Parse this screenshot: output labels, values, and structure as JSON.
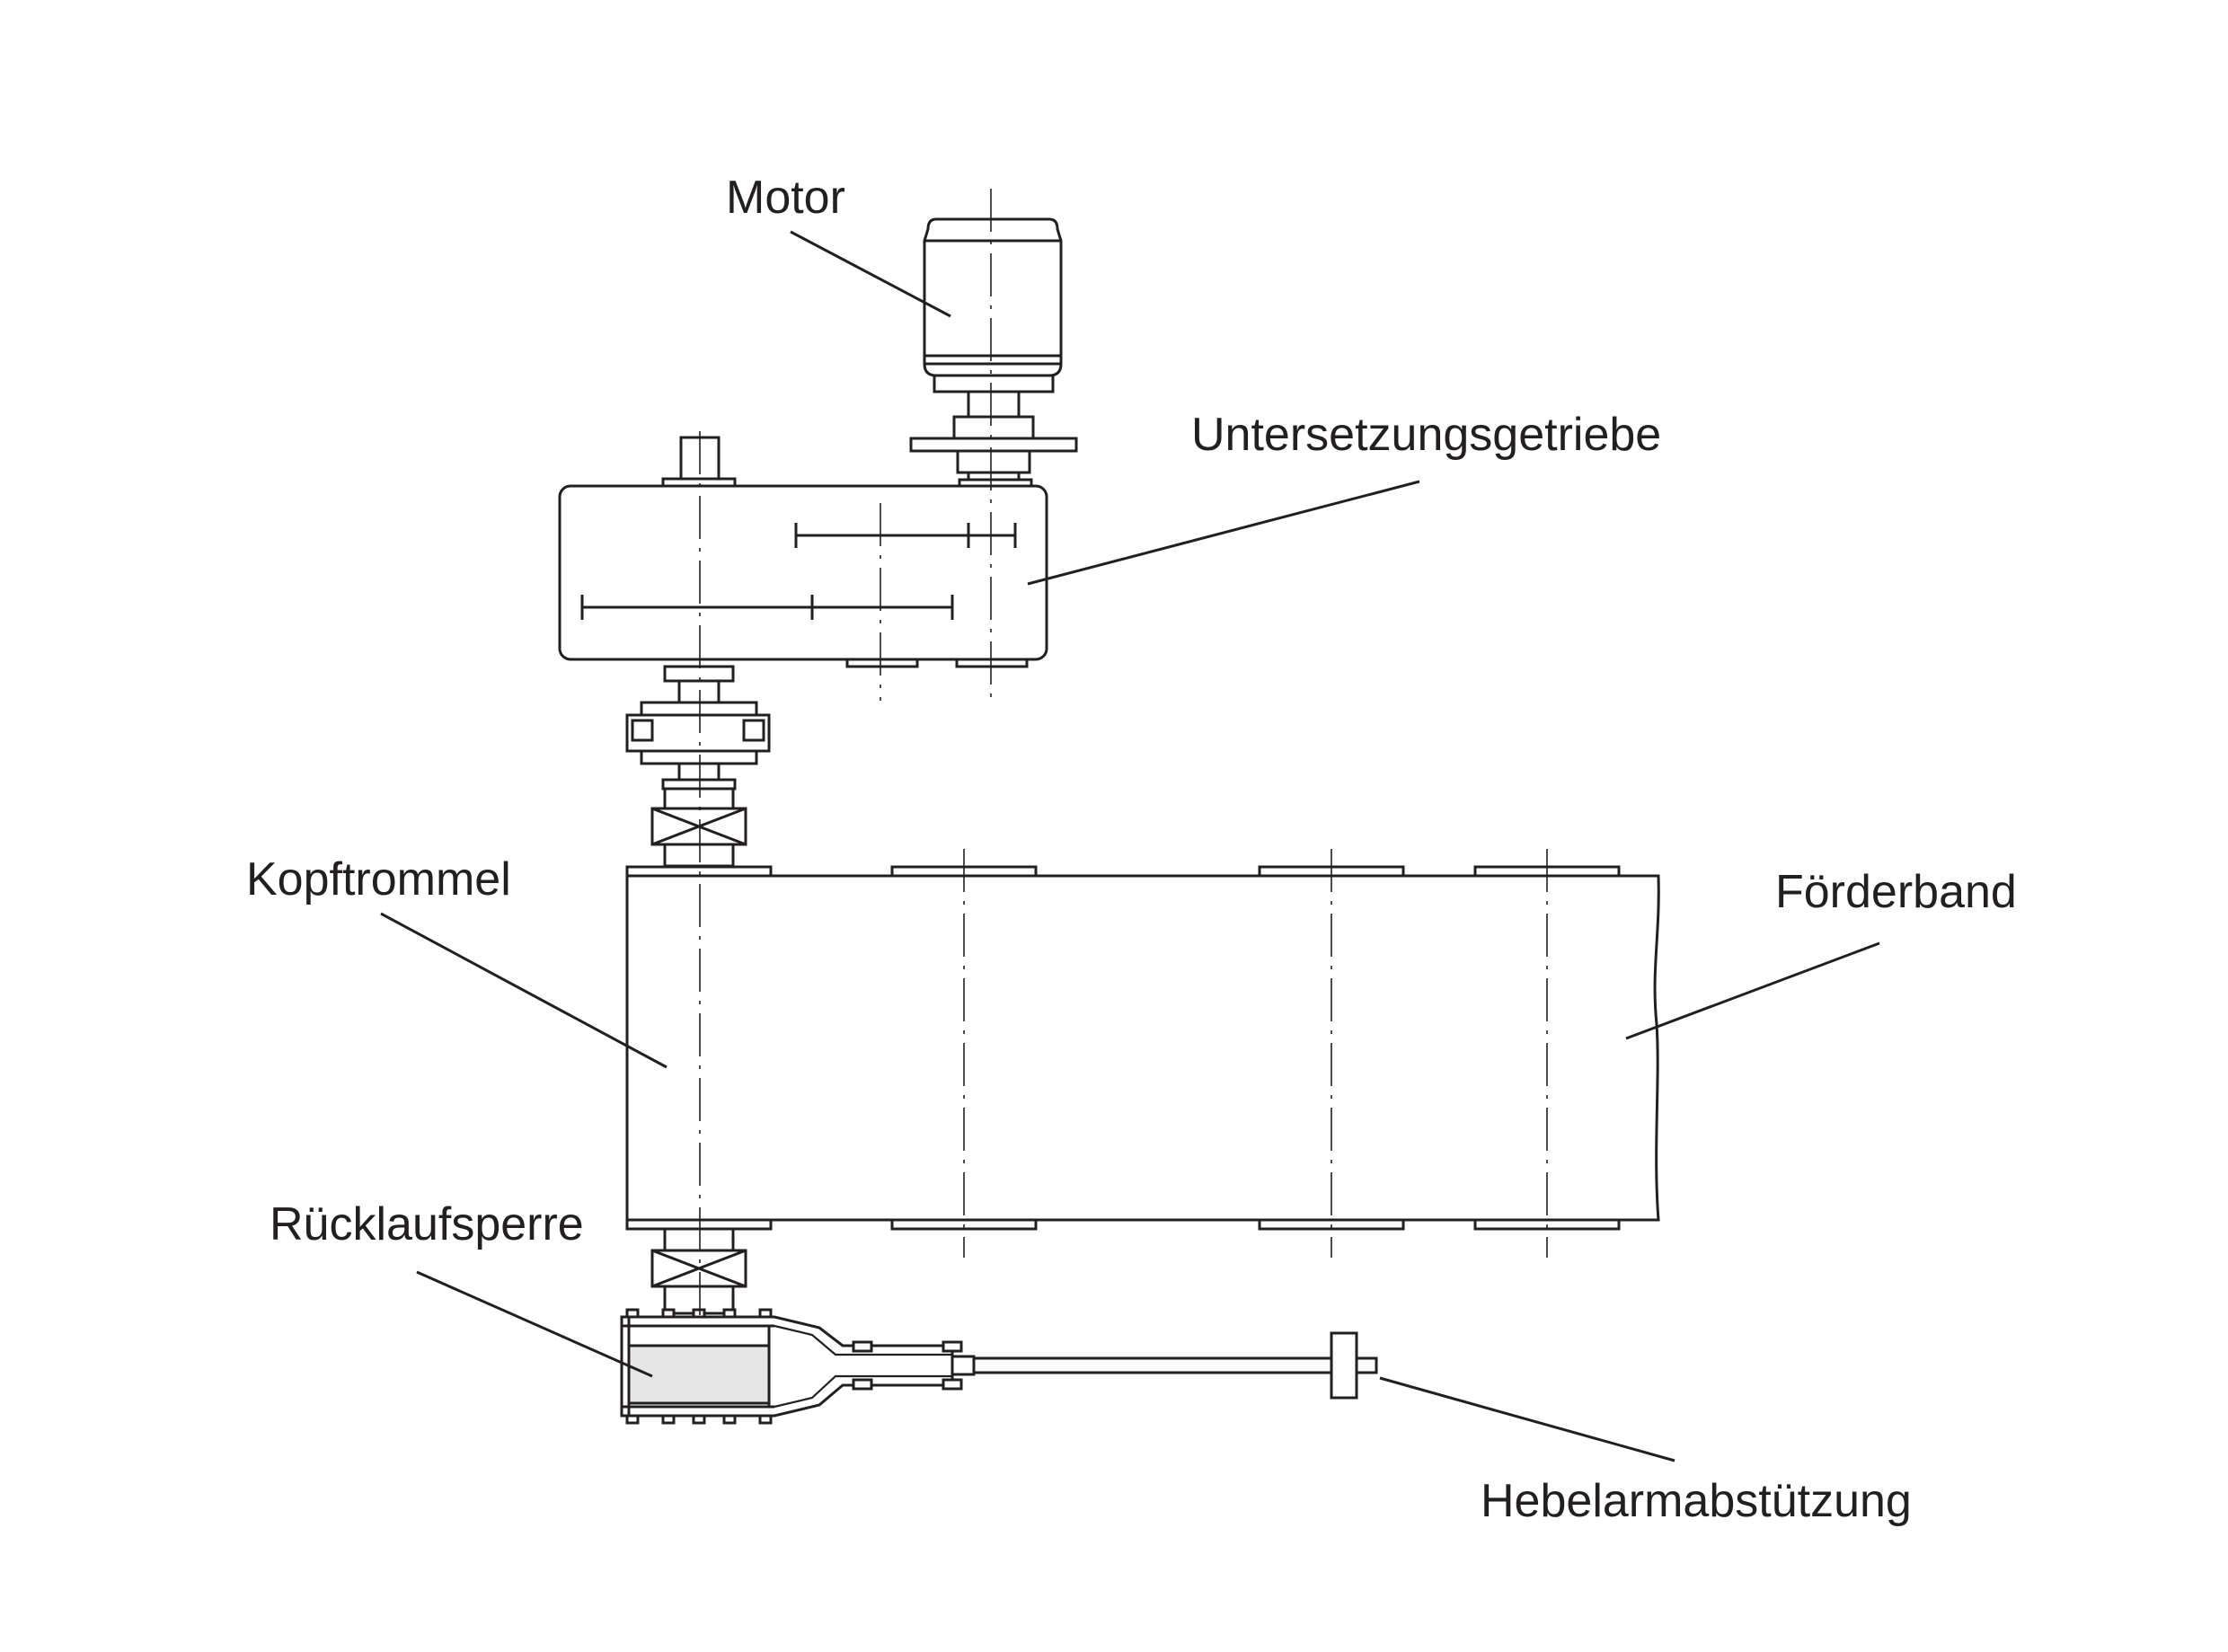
{
  "labels": {
    "motor": "Motor",
    "gearbox": "Untersetzungsgetriebe",
    "head_drum": "Kopftrommel",
    "conveyor_belt": "Förderband",
    "backstop": "Rücklaufsperre",
    "torque_arm": "Hebelarmabstützung"
  },
  "colors": {
    "line": "#231f20",
    "background": "#ffffff",
    "backstop_fill": "#e6e6e6"
  }
}
